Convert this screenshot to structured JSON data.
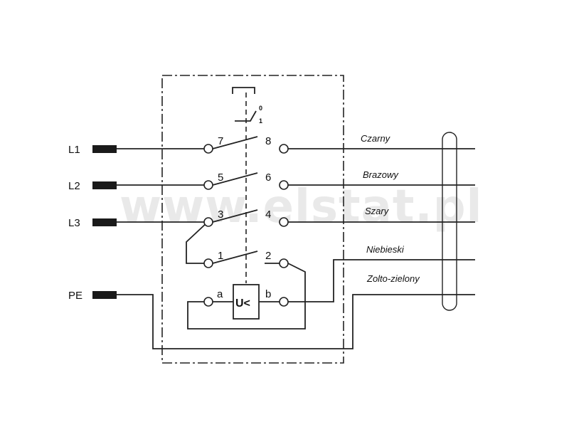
{
  "watermark": "www.elstat.pl",
  "inputs": {
    "l1": "L1",
    "l2": "L2",
    "l3": "L3",
    "pe": "PE"
  },
  "switch": {
    "position_0": "0",
    "position_1": "1"
  },
  "terminals": {
    "t7": "7",
    "t8": "8",
    "t5": "5",
    "t6": "6",
    "t3": "3",
    "t4": "4",
    "t1": "1",
    "t2": "2",
    "ta": "a",
    "tb": "b"
  },
  "relay": {
    "label": "U<"
  },
  "cable_wires": {
    "w1": "Czarny",
    "w2": "Brazowy",
    "w3": "Szary",
    "w4": "Niebieski",
    "w5": "Zolto-zielony"
  }
}
